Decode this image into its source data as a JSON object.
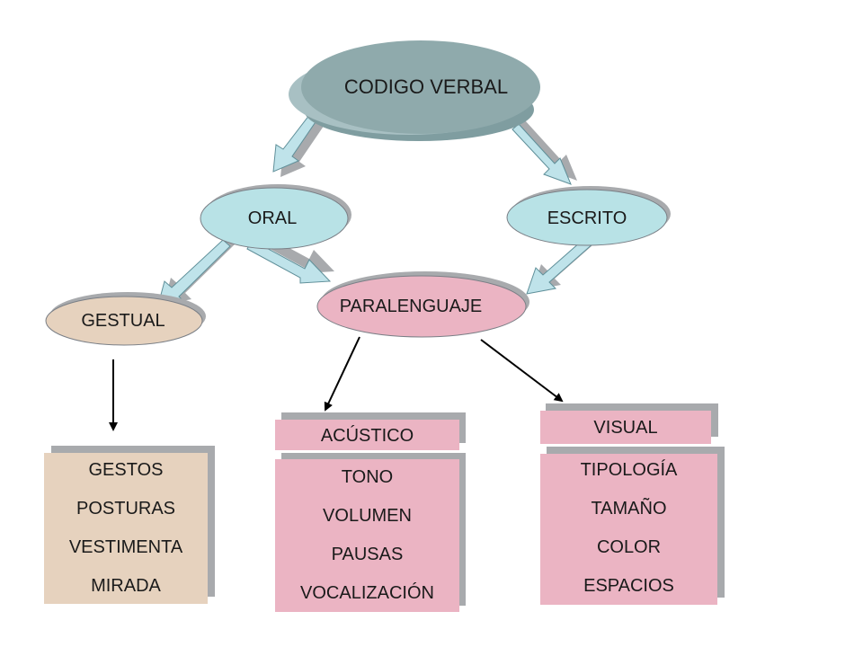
{
  "nodes": {
    "root": "CODIGO VERBAL",
    "oral": "ORAL",
    "escrito": "ESCRITO",
    "gestual": "GESTUAL",
    "paralenguaje": "PARALENGUAJE"
  },
  "headers": {
    "acustico": "ACÚSTICO",
    "visual": "VISUAL"
  },
  "lists": {
    "gestual": [
      "GESTOS",
      "POSTURAS",
      "VESTIMENTA",
      "MIRADA"
    ],
    "acustico": [
      "TONO",
      "VOLUMEN",
      "PAUSAS",
      "VOCALIZACIÓN"
    ],
    "visual": [
      "TIPOLOGÍA",
      "TAMAÑO",
      "COLOR",
      "ESPACIOS"
    ]
  },
  "colors": {
    "root": "#8faaac",
    "cyan": "#b8e2e6",
    "tan": "#e6d2be",
    "pink": "#ebb4c3",
    "arrow_fill": "#bfe3ea",
    "shadow": "#a8aaad"
  }
}
